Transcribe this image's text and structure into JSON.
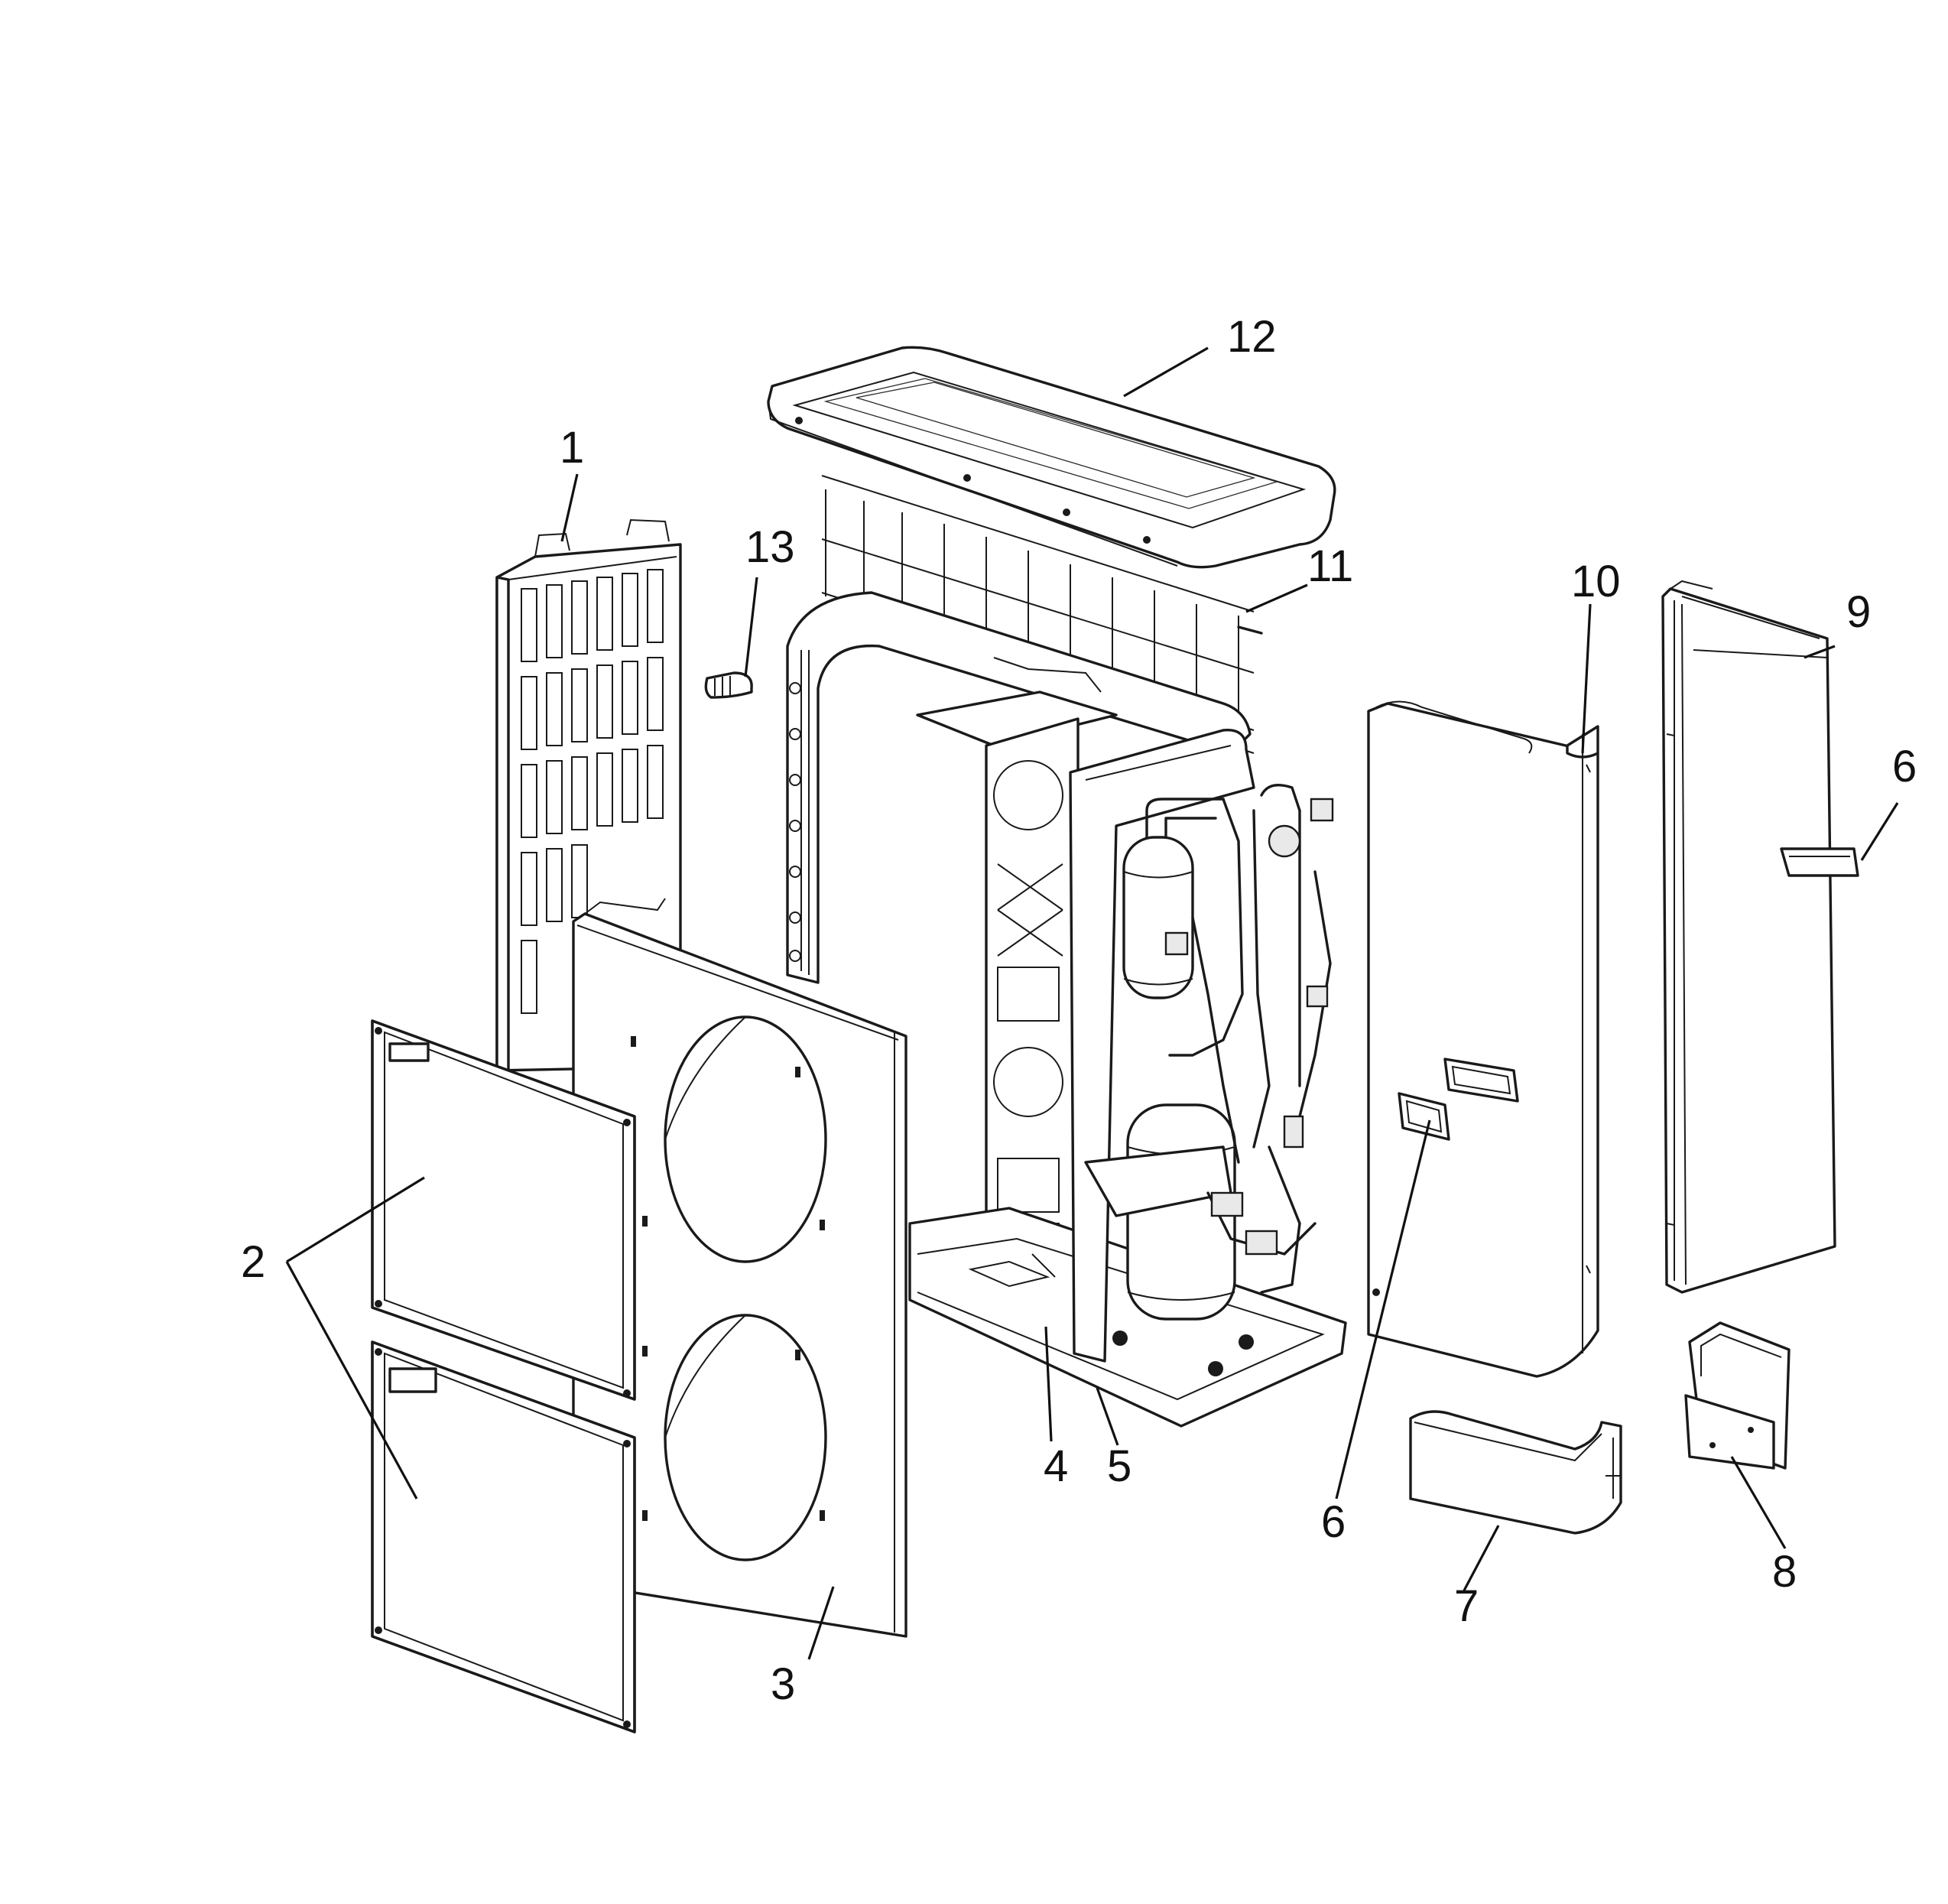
{
  "figure": {
    "type": "exploded parts diagram",
    "subject": "outdoor air conditioning unit",
    "colors": {
      "ink": "#1a1a1a",
      "paper": "#ffffff"
    }
  },
  "callouts": [
    "1",
    "2",
    "3",
    "4",
    "5",
    "6",
    "6",
    "7",
    "8",
    "9",
    "10",
    "11",
    "12",
    "13"
  ]
}
